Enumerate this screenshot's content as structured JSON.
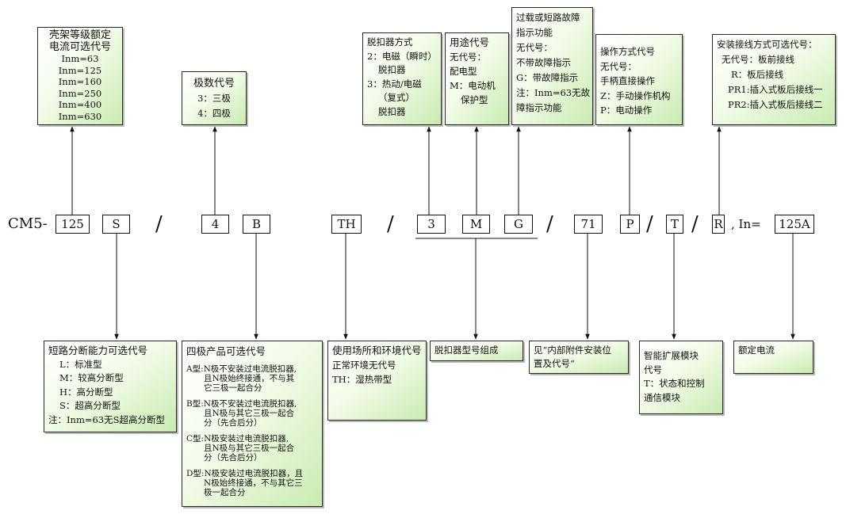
{
  "prefix": "CM5-",
  "codes": {
    "frame": "125",
    "breaking": "S",
    "poles": "4",
    "poles_type": "B",
    "env": "TH",
    "release": "3",
    "usage": "M",
    "fault": "G",
    "accessory": "71",
    "operation": "P",
    "smart": "T",
    "wiring": "R",
    "current": "125A"
  },
  "in_label": ", In=",
  "slash": "/",
  "top_boxes": {
    "frame": {
      "title1": "壳架等级额定",
      "title2": "电流可选代号",
      "items": [
        "Inm=63",
        "Inm=125",
        "Inm=160",
        "Inm=250",
        "Inm=400",
        "Inm=630"
      ]
    },
    "poles": {
      "title": "极数代号",
      "items": [
        "3：三极",
        "4：四极"
      ]
    },
    "release": {
      "lines": [
        "脱扣器方式",
        "2：电磁（瞬时）",
        "脱扣器",
        "3：热动/电磁",
        "（复式）",
        "脱扣器"
      ]
    },
    "usage": {
      "lines": [
        "用途代号",
        "无代号：",
        "配电型",
        "M：电动机",
        "保护型"
      ]
    },
    "fault": {
      "lines": [
        "过载或短路故障",
        "指示功能",
        "无代号：",
        "不带故障指示",
        "G：带故障指示",
        "注：Inm=63无故",
        "障指示功能"
      ]
    },
    "operation": {
      "lines": [
        "操作方式代号",
        "无代号：",
        "手柄直接操作",
        "Z：手动操作机构",
        "P：电动操作"
      ]
    },
    "wiring": {
      "lines": [
        "安装接线方式可选代号：",
        "无代号：板前接线",
        "R：板后接线",
        "PR1:插入式板后接线一",
        "PR2:插入式板后接线二"
      ]
    }
  },
  "bottom_boxes": {
    "breaking": {
      "lines": [
        "短路分断能力可选代号",
        "L：标准型",
        "M：较高分断型",
        "H：高分断型",
        "S：超高分断型",
        "注：Inm=63无S超高分断型"
      ]
    },
    "poles_type": {
      "title": "四极产品可选代号",
      "a": [
        "A型:N极不安装过电流脱扣器,",
        "且N极始终接通，不与其",
        "它三极一起合分"
      ],
      "b": [
        "B型:N极不安装过电流脱扣器,",
        "且N极与其它三极一起合",
        "分（先合后分）"
      ],
      "c": [
        "C型:N极安装过电流脱扣器,",
        "且N极与其它三极一起合",
        "分（先合后分）"
      ],
      "d": [
        "D型:N极安装过电流脱扣器，且",
        "N极始终接通，不与其它三",
        "极一起合分"
      ]
    },
    "env": {
      "lines": [
        "使用场所和环境代号",
        "正常环境无代号",
        "TH：湿热带型"
      ]
    },
    "release_group": {
      "lines": [
        "脱扣器型号组成"
      ]
    },
    "accessory": {
      "lines": [
        "见”内部附件安装位",
        "置及代号“"
      ]
    },
    "smart": {
      "lines": [
        "智能扩展模块",
        "代号",
        "T：状态和控制",
        "通信模块"
      ]
    },
    "current": {
      "lines": [
        "额定电流"
      ]
    }
  }
}
